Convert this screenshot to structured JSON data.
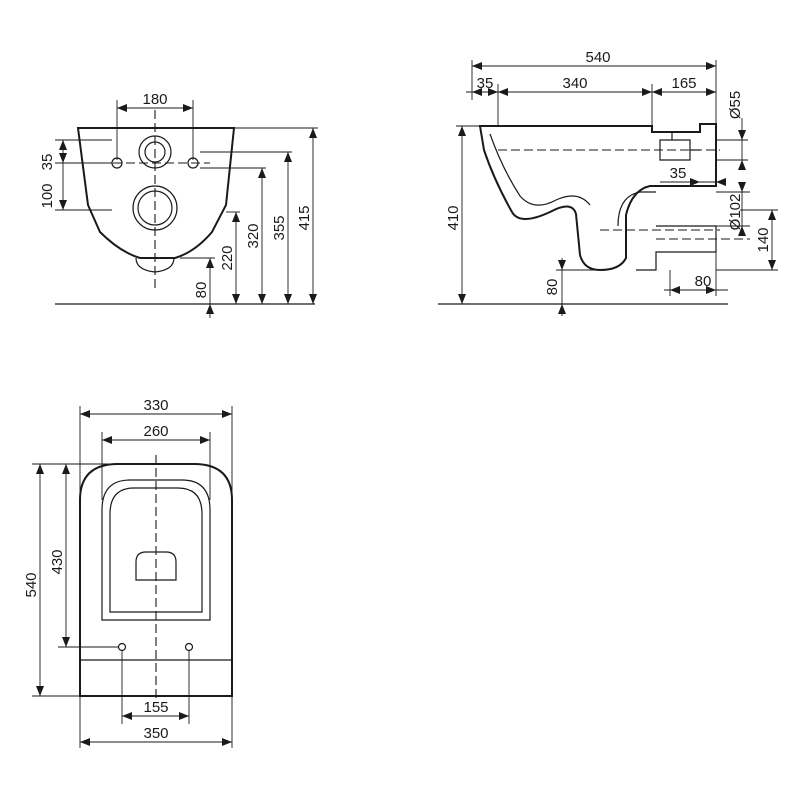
{
  "front_view": {
    "width_mounting": "180",
    "bolt_offset": "35",
    "bolt_pitch": "100",
    "h_80": "80",
    "h_220": "220",
    "h_320": "320",
    "h_355": "355",
    "h_415": "415"
  },
  "side_view": {
    "total_depth": "540",
    "d_35": "35",
    "d_340": "340",
    "d_165": "165",
    "inlet_diameter": "Ø55",
    "outlet_offset": "35",
    "outlet_diameter": "Ø102",
    "outlet_height": "140",
    "outlet_depth": "80",
    "seat_height": "410",
    "base_height": "80"
  },
  "top_view": {
    "outer_width": "330",
    "inner_width": "260",
    "total_length": "540",
    "inner_length": "430",
    "hole_spacing": "155",
    "base_width": "350"
  }
}
